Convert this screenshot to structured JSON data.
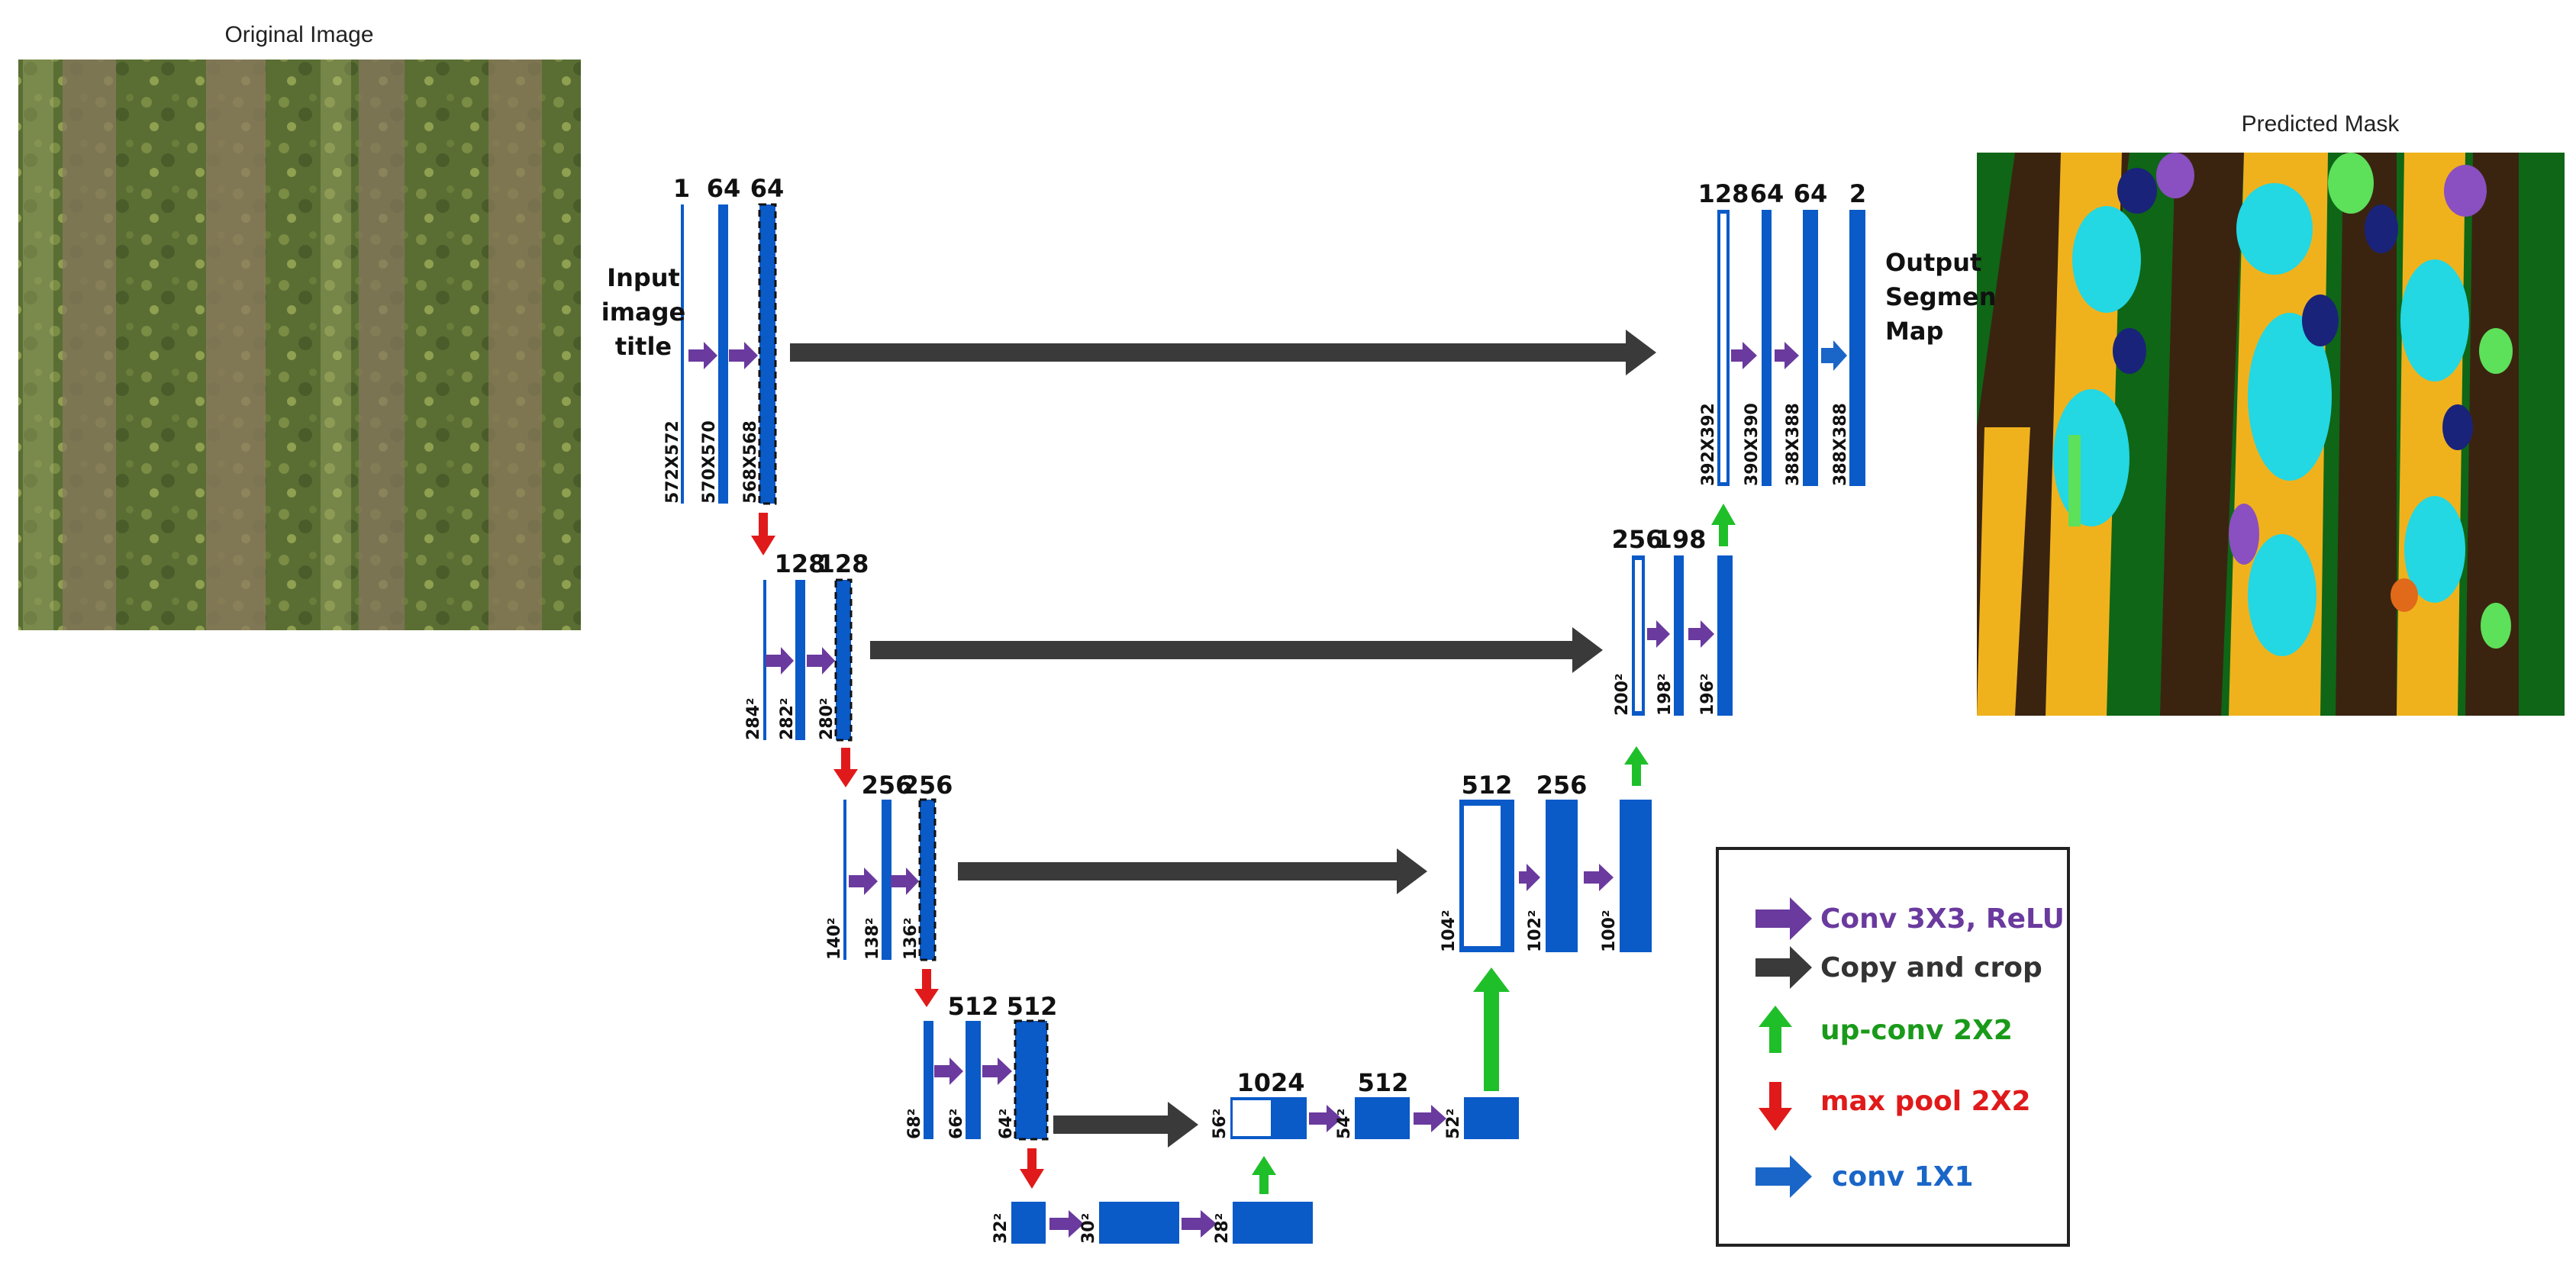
{
  "images": {
    "original_title": "Original Image",
    "predicted_title": "Predicted Mask"
  },
  "input_label": [
    "Input",
    "image",
    "title"
  ],
  "output_label": [
    "Output",
    "Segmen",
    "Map"
  ],
  "legend": {
    "conv": "Conv 3X3, ReLU",
    "copy": "Copy and crop",
    "upconv": "up-conv 2X2",
    "maxpool": "max pool 2X2",
    "conv1x1": "conv 1X1"
  },
  "colors": {
    "blue": "#0a5ac8",
    "purple": "#6a3a9e",
    "dark": "#3a3a3a",
    "green": "#1fbf2a",
    "red": "#e01a1a",
    "legend_conv_text": "#6a3a9e",
    "legend_copy_text": "#333333",
    "legend_upconv_text": "#1a9a1a",
    "legend_maxpool_text": "#e01a1a",
    "legend_conv1x1_text": "#1a66c8"
  },
  "blocks": {
    "l1": {
      "channels": [
        "1",
        "64",
        "64"
      ],
      "dims": [
        "572X572",
        "570X570",
        "568X568"
      ]
    },
    "l2": {
      "channels": [
        "128",
        "128"
      ],
      "dims": [
        "284²",
        "282²",
        "280²"
      ]
    },
    "l3": {
      "channels": [
        "256",
        "256"
      ],
      "dims": [
        "140²",
        "138²",
        "136²"
      ]
    },
    "l4": {
      "channels": [
        "512",
        "512"
      ],
      "dims": [
        "68²",
        "66²",
        "64²"
      ]
    },
    "l5": {
      "channels": [],
      "dims": [
        "32²",
        "30²",
        "28²"
      ]
    },
    "u4": {
      "channels": [
        "1024",
        "512"
      ],
      "dims": [
        "56²",
        "54²",
        "52²"
      ]
    },
    "u3": {
      "channels": [
        "512",
        "256"
      ],
      "dims": [
        "104²",
        "102²",
        "100²"
      ]
    },
    "u2": {
      "channels": [
        "256",
        "198"
      ],
      "dims": [
        "200²",
        "198²",
        "196²"
      ]
    },
    "u1": {
      "channels": [
        "128",
        "64",
        "64",
        "2"
      ],
      "dims": [
        "392X392",
        "390X390",
        "388X388",
        "388X388"
      ]
    }
  }
}
